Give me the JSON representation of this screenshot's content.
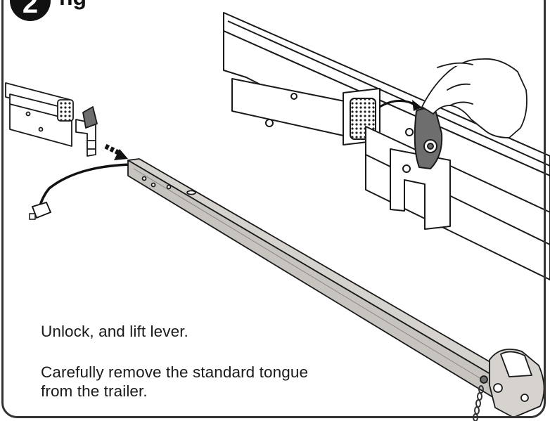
{
  "step": {
    "number": "2",
    "title": "ng"
  },
  "instructions": [
    "Unlock, and lift lever.",
    "Carefully remove the standard tongue from the trailer."
  ],
  "colors": {
    "tongue_fill": "#c7c4c0",
    "line": "#1a1a1a",
    "cable": "#111111",
    "lever": "#6e6e6e",
    "badge": "#111111"
  },
  "icons": [
    "hand-icon",
    "lever-icon",
    "motion-arrow-icon",
    "slide-out-arrow-icon"
  ]
}
